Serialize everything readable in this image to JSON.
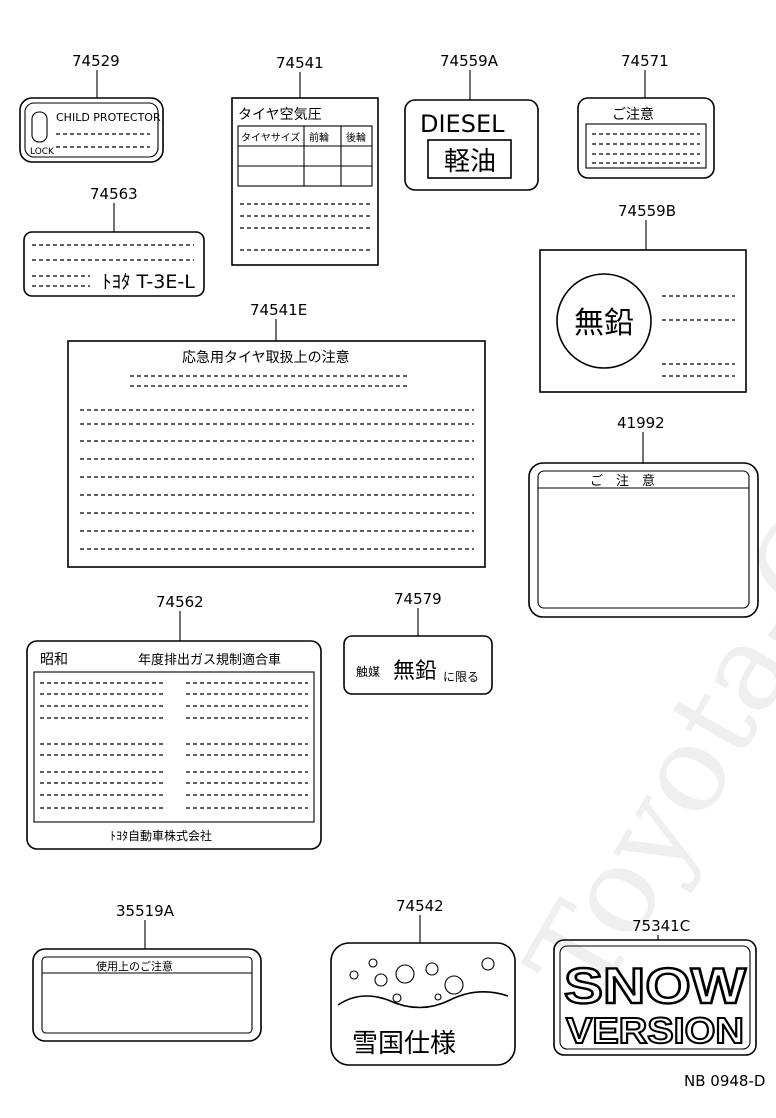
{
  "watermark": "Toyota-Carmine.ru",
  "drawing_code": "NB 0948-D",
  "parts": {
    "p74529": {
      "number": "74529",
      "text": "CHILD PROTECTOR",
      "sub": "LOCK"
    },
    "p74541": {
      "number": "74541",
      "title": "タイヤ空気圧",
      "col1": "タイヤサイズ",
      "col2": "前輪",
      "col3": "後輪"
    },
    "p74559A": {
      "number": "74559A",
      "text1": "DIESEL",
      "text2": "軽油"
    },
    "p74571": {
      "number": "74571",
      "title": "ご注意"
    },
    "p74563": {
      "number": "74563",
      "text": "ﾄﾖﾀ T-3E-L"
    },
    "p74559B": {
      "number": "74559B",
      "text": "無鉛"
    },
    "p74541E": {
      "number": "74541E",
      "title": "応急用タイヤ取扱上の注意"
    },
    "p41992": {
      "number": "41992",
      "title": "ご　注　意"
    },
    "p74562": {
      "number": "74562",
      "era": "昭和",
      "title": "年度排出ガス規制適合車",
      "maker": "ﾄﾖﾀ自動車株式会社"
    },
    "p74579": {
      "number": "74579",
      "t1": "触媒",
      "t2": "無鉛",
      "t3": "に限る"
    },
    "p35519A": {
      "number": "35519A",
      "title": "使用上のご注意"
    },
    "p74542": {
      "number": "74542",
      "text": "雪国仕様"
    },
    "p75341C": {
      "number": "75341C",
      "line1": "SNOW",
      "line2": "VERSION"
    }
  }
}
